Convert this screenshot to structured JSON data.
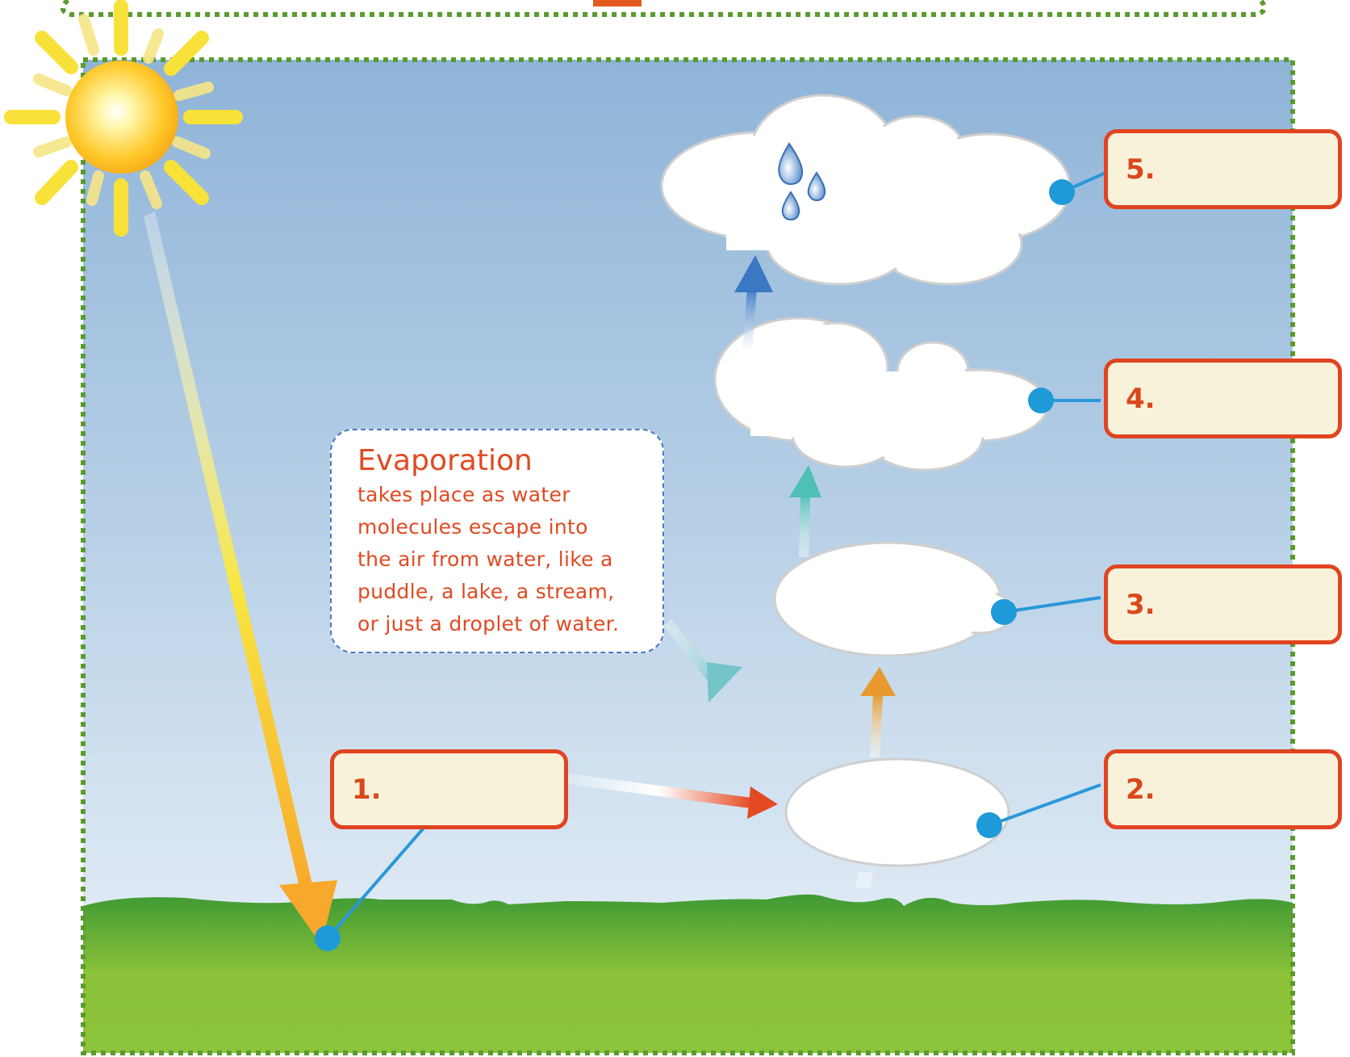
{
  "callout": {
    "title": "Evaporation",
    "lines": [
      "takes place as water",
      "molecules escape into",
      "the air from water, like a",
      "puddle, a lake, a stream,",
      "or just a droplet of water."
    ]
  },
  "labels": [
    "1.",
    "2.",
    "3.",
    "4.",
    "5."
  ],
  "colors": {
    "label_border": "#e04420",
    "label_fill": "#f8f2da",
    "label_text": "#d9481c",
    "connector": "#2a98d8",
    "frame_dots": "#5a9a2e",
    "sky_top": "#93b8da",
    "grass": "#5aaa36"
  },
  "icons": [
    "sun-icon",
    "cloud-icon",
    "raindrop-icon",
    "arrow-icon"
  ]
}
